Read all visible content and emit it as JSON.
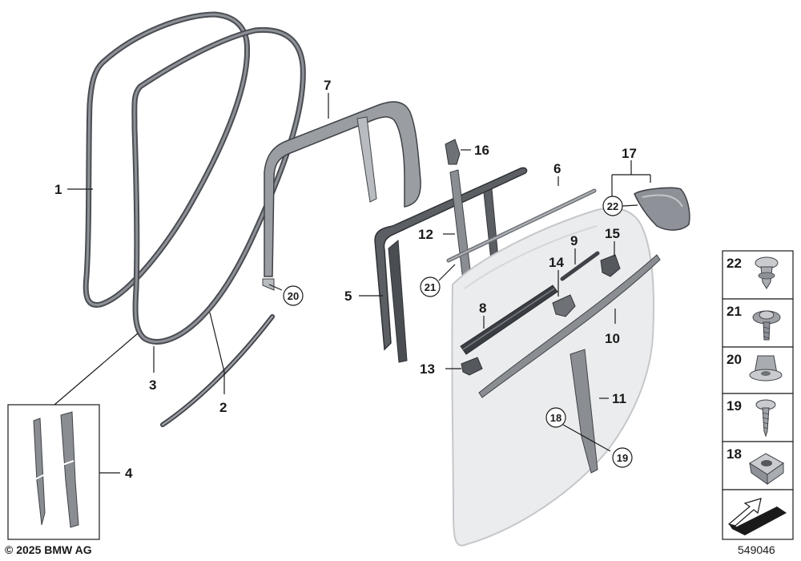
{
  "copyright": "© 2025 BMW AG",
  "diagram_id": "549046",
  "callouts": {
    "c1": "1",
    "c2": "2",
    "c3": "3",
    "c4": "4",
    "c5": "5",
    "c6": "6",
    "c7": "7",
    "c8": "8",
    "c9": "9",
    "c10": "10",
    "c11": "11",
    "c12": "12",
    "c13": "13",
    "c14": "14",
    "c15": "15",
    "c16": "16",
    "c17": "17",
    "c18": "18",
    "c19": "19",
    "c20": "20",
    "c21": "21",
    "c22": "22"
  },
  "legend": [
    "22",
    "21",
    "20",
    "19",
    "18"
  ],
  "icons": {
    "legend_22": "push-clip-icon",
    "legend_21": "screw-with-washer-icon",
    "legend_20": "expanding-nut-icon",
    "legend_19": "tapping-screw-icon",
    "legend_18": "clip-nut-icon",
    "orientation": "direction-arrow-icon"
  }
}
